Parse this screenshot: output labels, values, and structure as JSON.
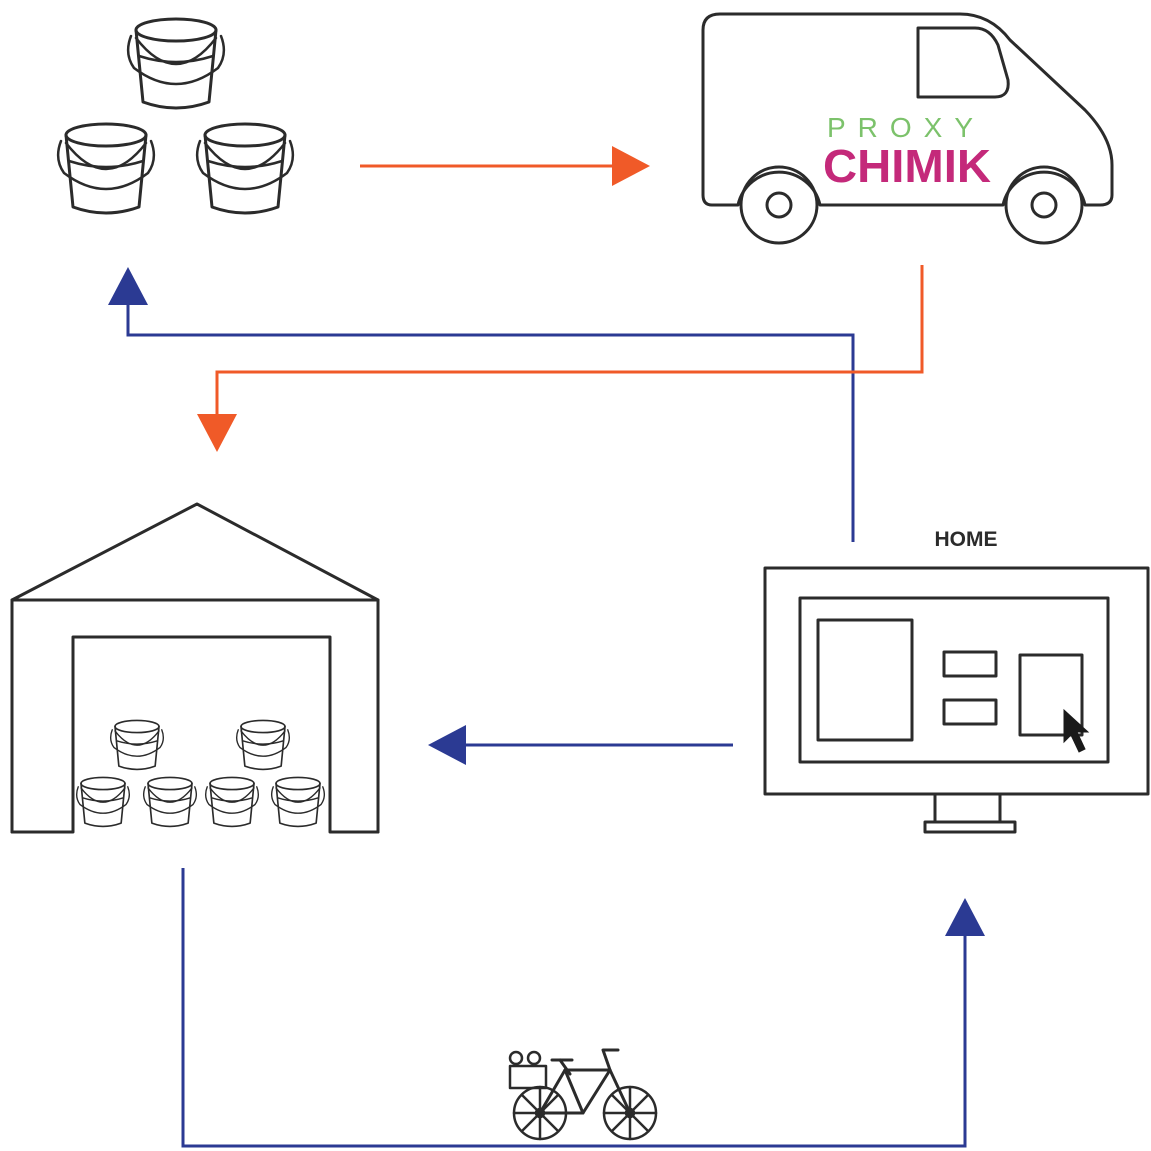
{
  "diagram": {
    "van_brand_line1": "PROXY",
    "van_brand_line2": "CHIMIK",
    "home_label": "HOME"
  },
  "colors": {
    "orange_flow": "#f05a28",
    "blue_flow": "#2b3a93",
    "brand_green": "#7cc26b",
    "brand_magenta": "#c4297a",
    "line_art": "#2b2b2b"
  },
  "icons": [
    "paint-buckets-icon",
    "delivery-van-icon",
    "warehouse-icon",
    "computer-monitor-icon",
    "cargo-bicycle-icon",
    "mouse-cursor-icon"
  ]
}
